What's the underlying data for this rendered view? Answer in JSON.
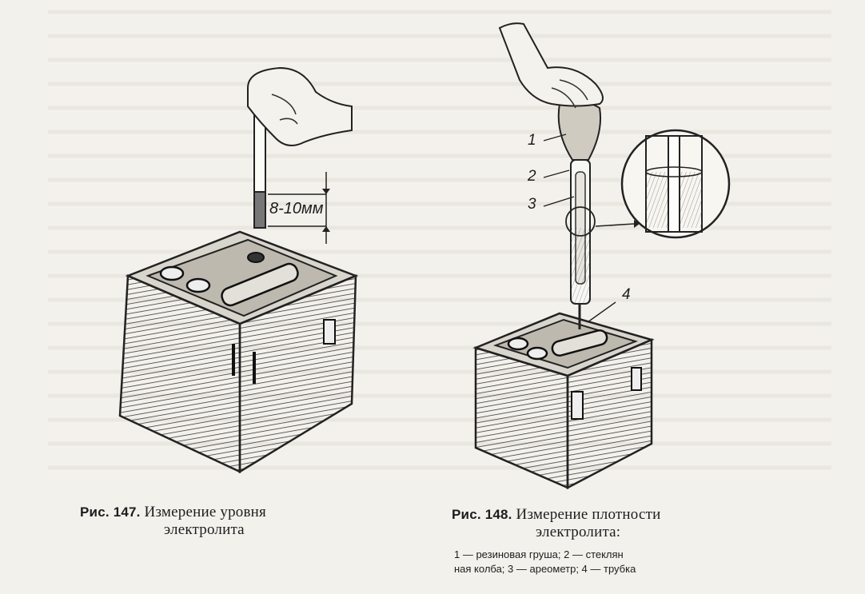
{
  "figure_147": {
    "measure_label": "8-10мм",
    "caption_label": "Рис. 147.",
    "caption_line1": "Измерение уровня",
    "caption_line2": "электролита"
  },
  "figure_148": {
    "callouts": [
      "1",
      "2",
      "3",
      "4"
    ],
    "caption_label": "Рис. 148.",
    "caption_line1": "Измерение плотности",
    "caption_line2": "электролита:",
    "legend_line1": "1 — резиновая груша; 2 — стеклян",
    "legend_line2": "ная колба; 3 — ареометр; 4 — трубка"
  }
}
